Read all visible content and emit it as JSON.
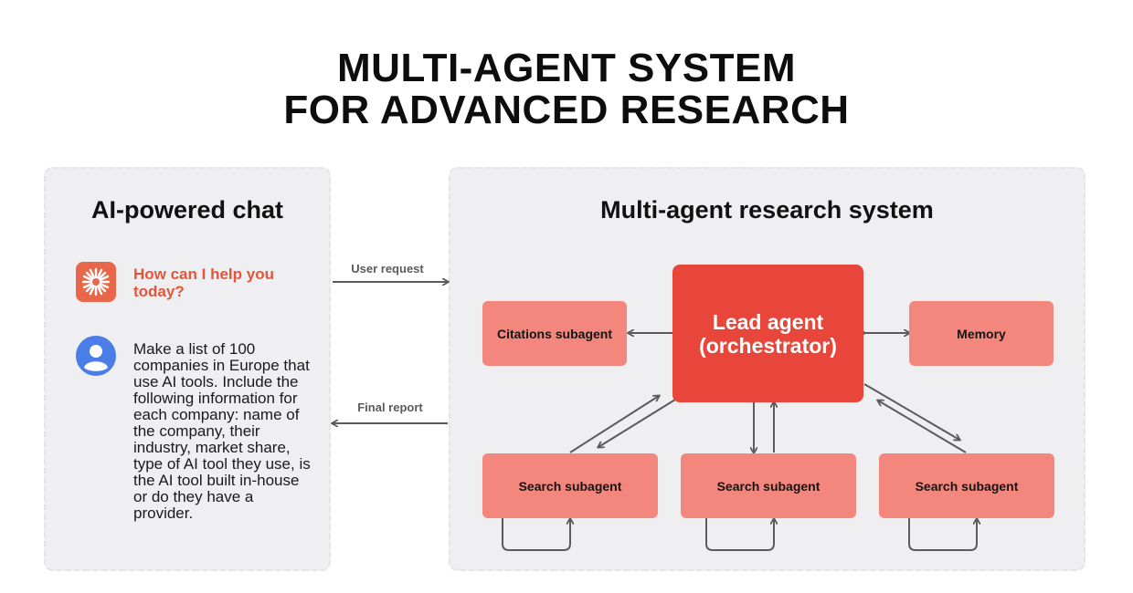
{
  "title": {
    "line1": "MULTI-AGENT SYSTEM",
    "line2": "FOR ADVANCED RESEARCH"
  },
  "chat": {
    "heading": "AI-powered chat",
    "assistant_message": "How can I help you today?",
    "user_message": "Make a list of 100 companies in Europe that use AI tools. Include the following information for each company: name of the company, their industry, market share, type of AI tool they use, is the AI tool built in-house or do they have a provider."
  },
  "flows": {
    "request_label": "User request",
    "report_label": "Final report"
  },
  "system": {
    "heading": "Multi-agent research system",
    "lead_line1": "Lead agent",
    "lead_line2": "(orchestrator)",
    "citations": "Citations subagent",
    "memory": "Memory",
    "search_agents": [
      "Search subagent",
      "Search subagent",
      "Search subagent"
    ]
  },
  "colors": {
    "lead": "#e8463a",
    "subagent": "#f4877d",
    "assistant_accent": "#e4553a",
    "avatar": "#4a7de8",
    "panel": "#efeff1",
    "arrow": "#5b5b5b"
  },
  "icons": {
    "assistant": "sparkle-icon",
    "user": "user-avatar-icon"
  }
}
